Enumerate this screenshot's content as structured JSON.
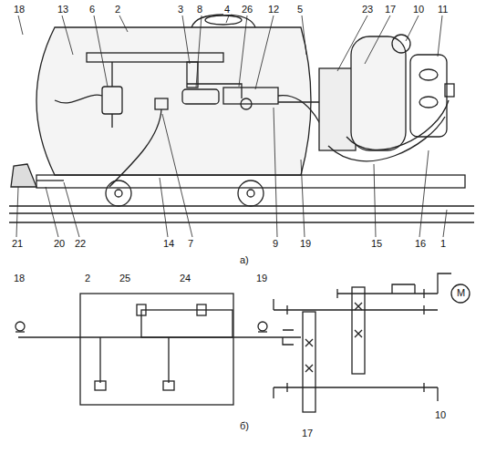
{
  "diagram": {
    "labels": [
      "18",
      "13",
      "6",
      "2",
      "3",
      "8",
      "4",
      "26",
      "12",
      "5",
      "23",
      "17",
      "10",
      "11",
      "21",
      "20",
      "22",
      "14",
      "7",
      "9",
      "19",
      "15",
      "16",
      "1",
      "а)",
      "18",
      "2",
      "25",
      "24",
      "19",
      "M",
      "17",
      "10",
      "б)"
    ]
  }
}
